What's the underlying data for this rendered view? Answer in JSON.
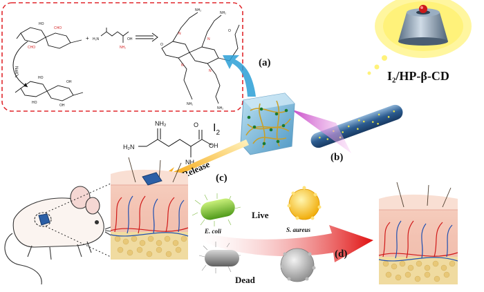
{
  "labels": {
    "a": "(a)",
    "b": "(b)",
    "c": "(c)",
    "d": "(d)",
    "complex": "I₂/HP-β-CD",
    "iodine_base": "I",
    "iodine_sub": "2",
    "release": "Release",
    "live": "Live",
    "dead": "Dead",
    "ecoli": "E. coli",
    "saureus": "S. aureus"
  },
  "chemistry": {
    "naio4": "NaIO₄",
    "plus": "+",
    "cho": "CHO",
    "ho": "HO",
    "oh": "OH",
    "nh2": "NH₂",
    "h2n": "H₂N",
    "o": "O",
    "n": "N"
  },
  "colors": {
    "red_dashed_border": "#e0262b",
    "cyan_arrow": "#2a9fd6",
    "magenta_beam": "#cc33cc",
    "orange_arrow": "#f5a623",
    "red_arrow": "#e01818",
    "skin": "#f2c3b0",
    "hydrogel": "#6fb7d9",
    "fiber": "#2f5f8f"
  },
  "icons": [
    "hydrogel-cube",
    "fiber-rod",
    "cyclodextrin-cone",
    "mouse",
    "skin-block",
    "ecoli-bacterium",
    "saureus-bacterium"
  ]
}
